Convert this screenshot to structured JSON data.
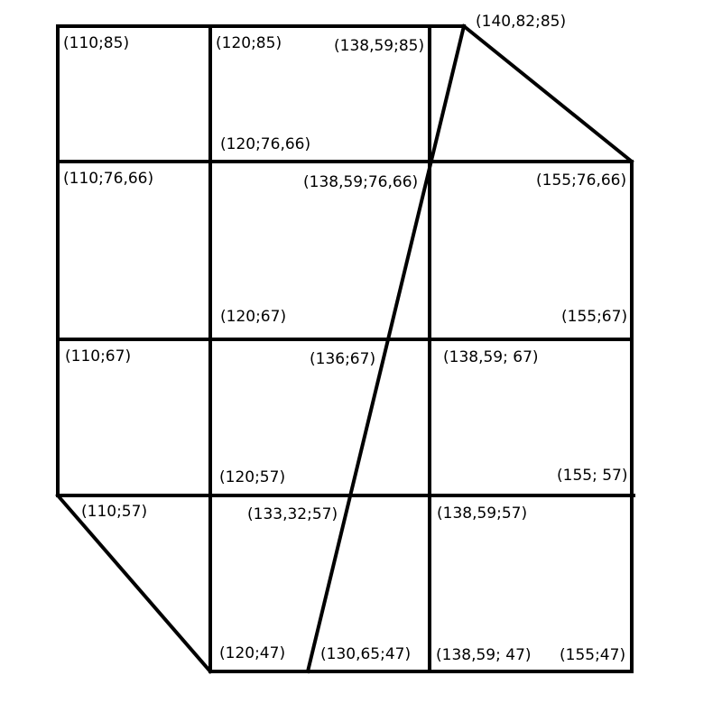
{
  "colors": {
    "line": "#000000",
    "background": "#ffffff",
    "text": "#000000"
  },
  "labels": [
    {
      "id": "p-110-85",
      "text": "(110;85)"
    },
    {
      "id": "p-120-85",
      "text": "(120;85)"
    },
    {
      "id": "p-138-59-85",
      "text": "(138,59;85)"
    },
    {
      "id": "p-140-82-85",
      "text": "(140,82;85)"
    },
    {
      "id": "p-120-76-66",
      "text": "(120;76,66)"
    },
    {
      "id": "p-110-76-66",
      "text": "(110;76,66)"
    },
    {
      "id": "p-138-59-76-66",
      "text": "(138,59;76,66)"
    },
    {
      "id": "p-155-76-66",
      "text": "(155;76,66)"
    },
    {
      "id": "p-120-67",
      "text": "(120;67)"
    },
    {
      "id": "p-155-67",
      "text": "(155;67)"
    },
    {
      "id": "p-110-67",
      "text": "(110;67)"
    },
    {
      "id": "p-136-67",
      "text": "(136;67)"
    },
    {
      "id": "p-138-59-67",
      "text": "(138,59; 67)"
    },
    {
      "id": "p-120-57",
      "text": "(120;57)"
    },
    {
      "id": "p-155-57",
      "text": "(155; 57)"
    },
    {
      "id": "p-110-57",
      "text": "(110;57)"
    },
    {
      "id": "p-133-32-57",
      "text": "(133,32;57)"
    },
    {
      "id": "p-138-59-57",
      "text": "(138,59;57)"
    },
    {
      "id": "p-120-47",
      "text": "(120;47)"
    },
    {
      "id": "p-130-65-47",
      "text": "(130,65;47)"
    },
    {
      "id": "p-138-59-47",
      "text": "(138,59; 47)"
    },
    {
      "id": "p-155-47",
      "text": "(155;47)"
    }
  ]
}
